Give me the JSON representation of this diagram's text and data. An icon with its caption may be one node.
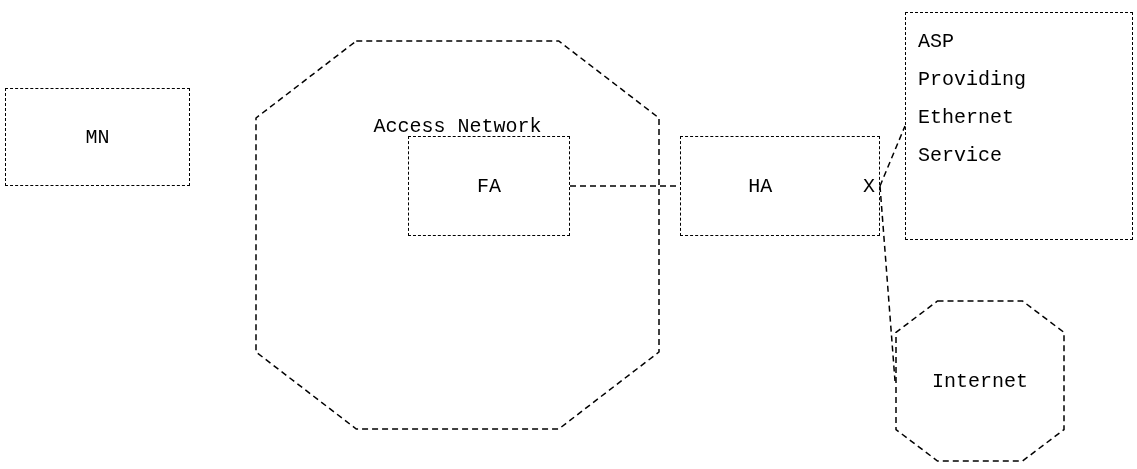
{
  "diagram": {
    "nodes": [
      {
        "text": [
          "MN"
        ]
      },
      {
        "text": [
          "Access Network"
        ]
      },
      {
        "text": [
          "FA"
        ],
        "in": 1
      },
      {
        "text": [
          "HA",
          "X"
        ]
      },
      {
        "text": [
          "ASP Providing Ethernet Service"
        ]
      },
      {
        "text": [
          "Internet"
        ]
      }
    ],
    "edges": [
      {
        "from": 2,
        "to": 3,
        "arrow": "none"
      },
      {
        "from": 3,
        "to": 4,
        "arrow": "none"
      },
      {
        "from": 3,
        "to": 5,
        "arrow": "none"
      }
    ]
  }
}
